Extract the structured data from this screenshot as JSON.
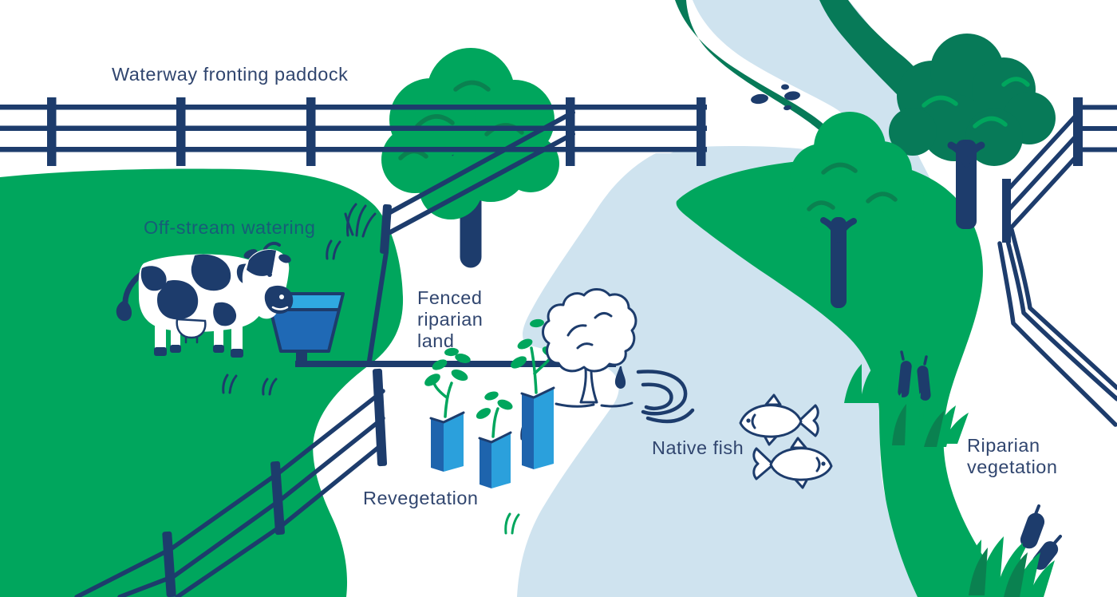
{
  "illustration": {
    "labels": {
      "waterway": "Waterway fronting paddock",
      "off_stream": "Off-stream watering",
      "fenced_1": "Fenced",
      "fenced_2": "riparian",
      "fenced_3": "land",
      "revegetation": "Revegetation",
      "native_fish": "Native fish",
      "riparian_1": "Riparian",
      "riparian_2": "vegetation"
    },
    "colors": {
      "navy": "#1d3c6c",
      "label_navy": "#31466f",
      "label_teal": "#175d78",
      "green_bright": "#00a65d",
      "green_dark": "#077a58",
      "green_arc_dark": "#0a8150",
      "river_blue": "#cfe3ef",
      "trough_blue": "#1f69b5",
      "water_blue": "#2fa9e1",
      "guard_light_blue": "#2ba0dc",
      "white": "#ffffff"
    },
    "elements": [
      "river",
      "riverbank-dark-green",
      "riverbank-green-ribbon",
      "paddock",
      "boundary-fence",
      "riparian-fence",
      "cow",
      "water-trough",
      "water-pipe",
      "paddock-tree",
      "riverbank-tree",
      "dark-green-tree",
      "white-sketch-tree",
      "tree-guards",
      "seedlings",
      "native-fish",
      "water-ripples",
      "stones",
      "bulrushes",
      "grass-tufts"
    ]
  }
}
